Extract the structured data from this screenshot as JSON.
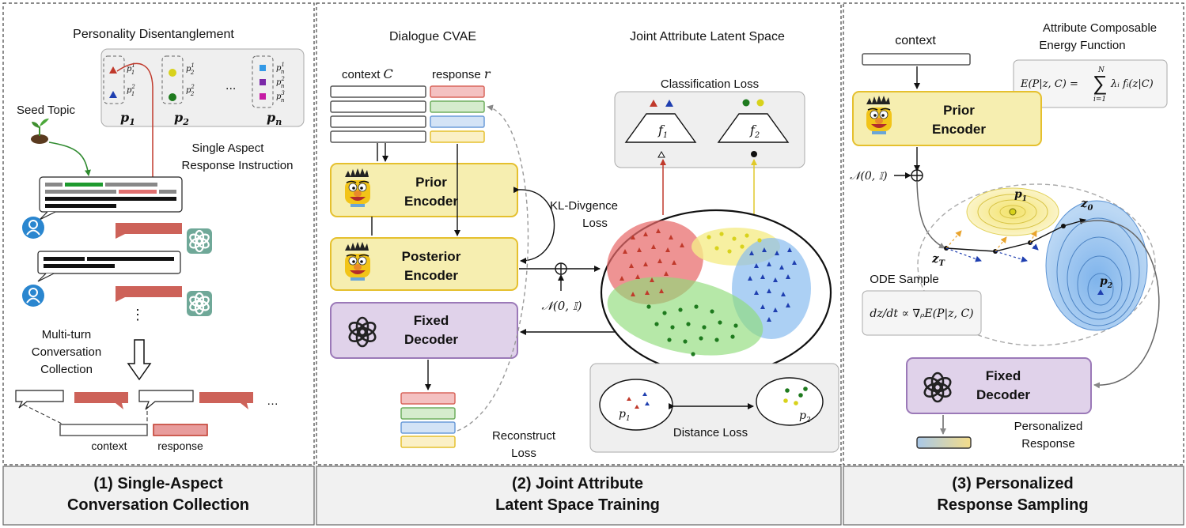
{
  "panel1": {
    "title": "Personality Disentanglement",
    "seed_topic": "Seed Topic",
    "instruction": [
      "Single Aspect",
      "Response Instruction"
    ],
    "persona_groups": [
      {
        "label": "p",
        "sub": "1",
        "items": [
          "p",
          "p"
        ],
        "item_sup": [
          "1",
          "2"
        ],
        "item_sub": [
          "1",
          "1"
        ]
      },
      {
        "label": "p",
        "sub": "2",
        "items": [
          "p",
          "p"
        ],
        "item_sup": [
          "1",
          "2"
        ],
        "item_sub": [
          "2",
          "2"
        ]
      },
      {
        "label": "p",
        "sub": "n",
        "items": [
          "p",
          "p",
          "p"
        ],
        "item_sup": [
          "1",
          "2",
          "3"
        ],
        "item_sub": [
          "n",
          "n",
          "n"
        ]
      }
    ],
    "ellipsis": "...",
    "vertical_dots": "⋮",
    "collection": [
      "Multi-turn",
      "Conversation",
      "Collection"
    ],
    "context_label": "context",
    "response_label": "response",
    "footer": [
      "(1) Single-Aspect",
      "Conversation Collection"
    ]
  },
  "panel2": {
    "title_left": "Dialogue CVAE",
    "title_right": "Joint Attribute Latent Space",
    "context_label": "context",
    "context_var": "C",
    "response_label": "response",
    "response_var": "r",
    "prior": [
      "Prior",
      "Encoder"
    ],
    "posterior": [
      "Posterior",
      "Encoder"
    ],
    "decoder": [
      "Fixed",
      "Decoder"
    ],
    "kl": [
      "KL-Divgence",
      "Loss"
    ],
    "noise": "𝒩(0, 𝕀)",
    "classification": "Classification Loss",
    "f1": "f",
    "f1_sub": "1",
    "f2": "f",
    "f2_sub": "2",
    "distance": "Distance Loss",
    "p1": "p",
    "p1_sub": "1",
    "p2": "p",
    "p2_sub": "2",
    "reconstruct": [
      "Reconstruct",
      "Loss"
    ],
    "footer": [
      "(2) Joint Attribute",
      "Latent Space Training"
    ]
  },
  "panel3": {
    "context_label": "context",
    "energy_title": [
      "Attribute Composable",
      "Energy Function"
    ],
    "energy_formula_lhs": "E(P|z, C) =",
    "energy_sum_top": "N",
    "energy_sum_bottom": "i=1",
    "energy_formula_rhs": "λᵢ fᵢ(z|C)",
    "prior": [
      "Prior",
      "Encoder"
    ],
    "noise": "𝒩(0, 𝕀)",
    "p1": "p",
    "p1_sub": "1",
    "p2": "p",
    "p2_sub": "2",
    "z0": "z",
    "z0_sub": "0",
    "zT": "z",
    "zT_sub": "T",
    "ode_label": "ODE Sample",
    "ode_formula": "dz/dt ∝ ∇ᵨE(P|z, C)",
    "decoder": [
      "Fixed",
      "Decoder"
    ],
    "personalized": [
      "Personalized",
      "Response"
    ],
    "footer": [
      "(3) Personalized",
      "Response Sampling"
    ]
  },
  "colors": {
    "red": "#d9665c",
    "green": "#55a447",
    "blue": "#6b9bd8",
    "yellow_fill": "#f6eeb0",
    "yellow_border": "#e5c02e",
    "purple_fill": "#e0d2ea",
    "purple_border": "#9b79b8",
    "user_blue": "#2a86cf",
    "gpt_green": "#5fa391"
  }
}
